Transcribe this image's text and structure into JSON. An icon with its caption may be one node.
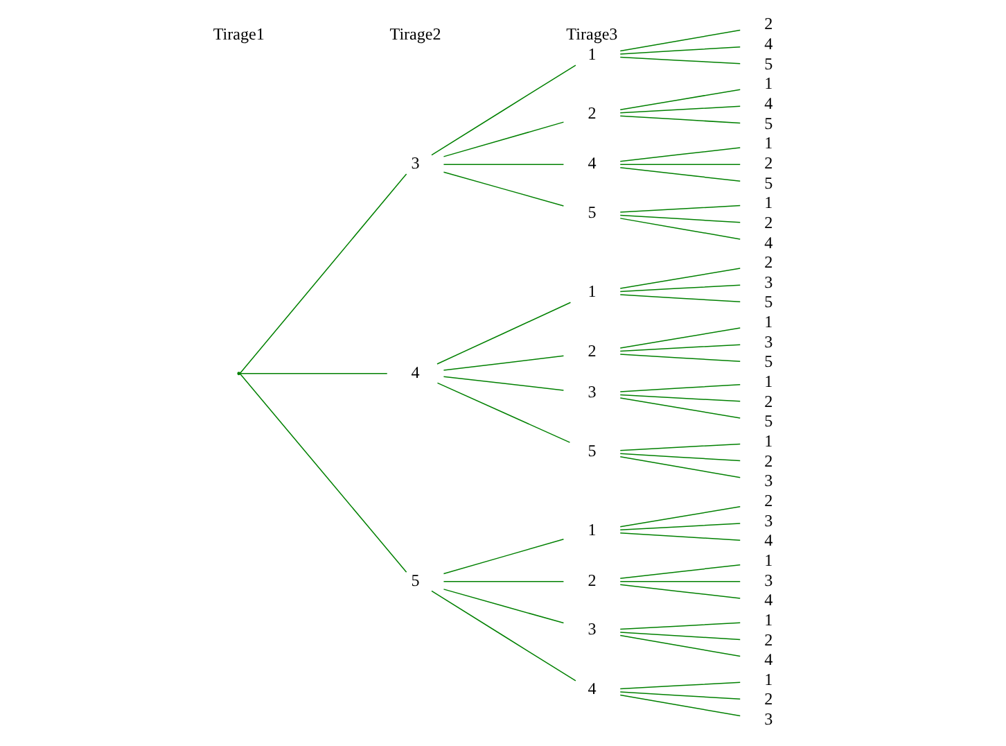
{
  "diagram": {
    "nodes": [
      {
        "text": [],
        "shape": "point"
      },
      {
        "text": [
          "3"
        ]
      },
      {
        "text": [
          "4"
        ]
      },
      {
        "text": [
          "5"
        ]
      },
      {
        "text": [
          "1"
        ]
      },
      {
        "text": [
          "2"
        ]
      },
      {
        "text": [
          "4"
        ]
      },
      {
        "text": [
          "5"
        ]
      },
      {
        "text": [
          "1"
        ]
      },
      {
        "text": [
          "2"
        ]
      },
      {
        "text": [
          "3"
        ]
      },
      {
        "text": [
          "5"
        ]
      },
      {
        "text": [
          "1"
        ]
      },
      {
        "text": [
          "2"
        ]
      },
      {
        "text": [
          "3"
        ]
      },
      {
        "text": [
          "4"
        ]
      },
      {
        "text": [
          "2"
        ]
      },
      {
        "text": [
          "4"
        ]
      },
      {
        "text": [
          "5"
        ]
      },
      {
        "text": [
          "1"
        ]
      },
      {
        "text": [
          "4"
        ]
      },
      {
        "text": [
          "5"
        ]
      },
      {
        "text": [
          "1"
        ]
      },
      {
        "text": [
          "2"
        ]
      },
      {
        "text": [
          "5"
        ]
      },
      {
        "text": [
          "1"
        ]
      },
      {
        "text": [
          "2"
        ]
      },
      {
        "text": [
          "4"
        ]
      },
      {
        "text": [
          "2"
        ]
      },
      {
        "text": [
          "3"
        ]
      },
      {
        "text": [
          "5"
        ]
      },
      {
        "text": [
          "1"
        ]
      },
      {
        "text": [
          "3"
        ]
      },
      {
        "text": [
          "5"
        ]
      },
      {
        "text": [
          "1"
        ]
      },
      {
        "text": [
          "2"
        ]
      },
      {
        "text": [
          "5"
        ]
      },
      {
        "text": [
          "1"
        ]
      },
      {
        "text": [
          "2"
        ]
      },
      {
        "text": [
          "3"
        ]
      },
      {
        "text": [
          "2"
        ]
      },
      {
        "text": [
          "3"
        ]
      },
      {
        "text": [
          "4"
        ]
      },
      {
        "text": [
          "1"
        ]
      },
      {
        "text": [
          "3"
        ]
      },
      {
        "text": [
          "4"
        ]
      },
      {
        "text": [
          "1"
        ]
      },
      {
        "text": [
          "2"
        ]
      },
      {
        "text": [
          "4"
        ]
      },
      {
        "text": [
          "1"
        ]
      },
      {
        "text": [
          "2"
        ]
      },
      {
        "text": [
          "3"
        ]
      }
    ],
    "edges": [
      {
        "from": 0,
        "to": 1,
        "arrow": "none"
      },
      {
        "from": 0,
        "to": 2,
        "arrow": "none"
      },
      {
        "from": 0,
        "to": 3,
        "arrow": "none"
      },
      {
        "from": 1,
        "to": 4,
        "arrow": "none"
      },
      {
        "from": 1,
        "to": 5,
        "arrow": "none"
      },
      {
        "from": 1,
        "to": 6,
        "arrow": "none"
      },
      {
        "from": 1,
        "to": 7,
        "arrow": "none"
      },
      {
        "from": 2,
        "to": 8,
        "arrow": "none"
      },
      {
        "from": 2,
        "to": 9,
        "arrow": "none"
      },
      {
        "from": 2,
        "to": 10,
        "arrow": "none"
      },
      {
        "from": 2,
        "to": 11,
        "arrow": "none"
      },
      {
        "from": 3,
        "to": 12,
        "arrow": "none"
      },
      {
        "from": 3,
        "to": 13,
        "arrow": "none"
      },
      {
        "from": 3,
        "to": 14,
        "arrow": "none"
      },
      {
        "from": 3,
        "to": 15,
        "arrow": "none"
      },
      {
        "from": 4,
        "to": 16,
        "arrow": "none"
      },
      {
        "from": 4,
        "to": 17,
        "arrow": "none"
      },
      {
        "from": 4,
        "to": 18,
        "arrow": "none"
      },
      {
        "from": 5,
        "to": 19,
        "arrow": "none"
      },
      {
        "from": 5,
        "to": 20,
        "arrow": "none"
      },
      {
        "from": 5,
        "to": 21,
        "arrow": "none"
      },
      {
        "from": 6,
        "to": 22,
        "arrow": "none"
      },
      {
        "from": 6,
        "to": 23,
        "arrow": "none"
      },
      {
        "from": 6,
        "to": 24,
        "arrow": "none"
      },
      {
        "from": 7,
        "to": 25,
        "arrow": "none"
      },
      {
        "from": 7,
        "to": 26,
        "arrow": "none"
      },
      {
        "from": 7,
        "to": 27,
        "arrow": "none"
      },
      {
        "from": 8,
        "to": 28,
        "arrow": "none"
      },
      {
        "from": 8,
        "to": 29,
        "arrow": "none"
      },
      {
        "from": 8,
        "to": 30,
        "arrow": "none"
      },
      {
        "from": 9,
        "to": 31,
        "arrow": "none"
      },
      {
        "from": 9,
        "to": 32,
        "arrow": "none"
      },
      {
        "from": 9,
        "to": 33,
        "arrow": "none"
      },
      {
        "from": 10,
        "to": 34,
        "arrow": "none"
      },
      {
        "from": 10,
        "to": 35,
        "arrow": "none"
      },
      {
        "from": 10,
        "to": 36,
        "arrow": "none"
      },
      {
        "from": 11,
        "to": 37,
        "arrow": "none"
      },
      {
        "from": 11,
        "to": 38,
        "arrow": "none"
      },
      {
        "from": 11,
        "to": 39,
        "arrow": "none"
      },
      {
        "from": 12,
        "to": 40,
        "arrow": "none"
      },
      {
        "from": 12,
        "to": 41,
        "arrow": "none"
      },
      {
        "from": 12,
        "to": 42,
        "arrow": "none"
      },
      {
        "from": 13,
        "to": 43,
        "arrow": "none"
      },
      {
        "from": 13,
        "to": 44,
        "arrow": "none"
      },
      {
        "from": 13,
        "to": 45,
        "arrow": "none"
      },
      {
        "from": 14,
        "to": 46,
        "arrow": "none"
      },
      {
        "from": 14,
        "to": 47,
        "arrow": "none"
      },
      {
        "from": 14,
        "to": 48,
        "arrow": "none"
      },
      {
        "from": 15,
        "to": 49,
        "arrow": "none"
      },
      {
        "from": 15,
        "to": 50,
        "arrow": "none"
      },
      {
        "from": 15,
        "to": 51,
        "arrow": "none"
      }
    ],
    "labels": [
      "Tirage1",
      "Tirage2",
      "Tirage3"
    ]
  }
}
